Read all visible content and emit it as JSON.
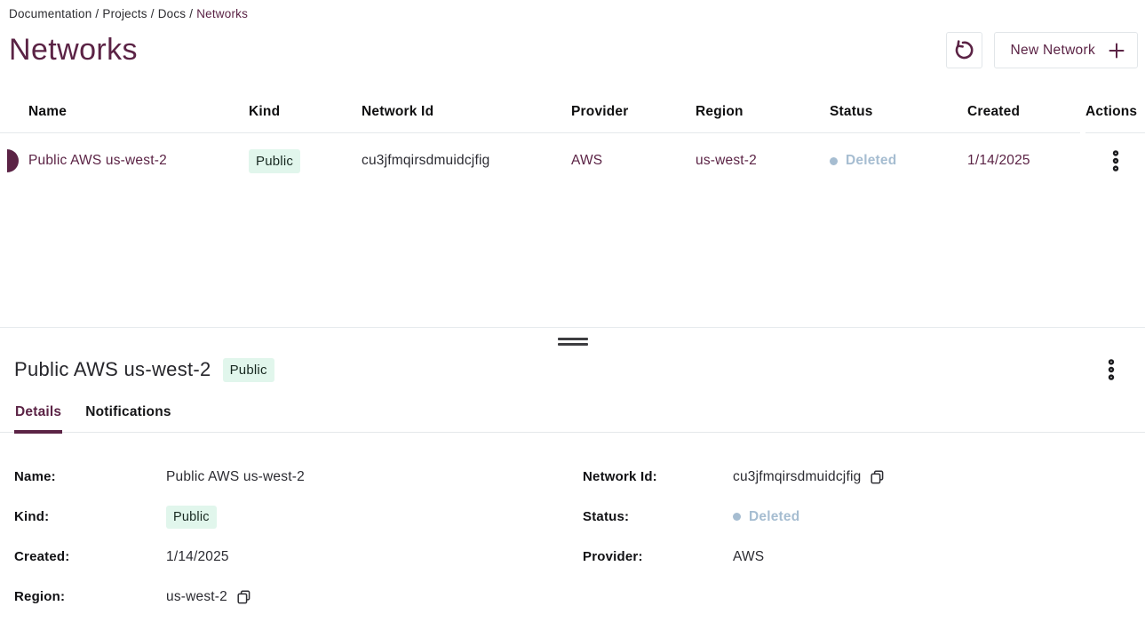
{
  "breadcrumb": {
    "separator": "/",
    "items": [
      "Documentation",
      "Projects",
      "Docs"
    ],
    "current": "Networks"
  },
  "header": {
    "title": "Networks",
    "new_network_label": "New Network"
  },
  "table": {
    "columns": [
      "Name",
      "Kind",
      "Network Id",
      "Provider",
      "Region",
      "Status",
      "Created",
      "Actions"
    ],
    "row": {
      "name": "Public AWS us-west-2",
      "kind": "Public",
      "network_id": "cu3jfmqirsdmuidcjfig",
      "provider": "AWS",
      "region": "us-west-2",
      "status": "Deleted",
      "created": "1/14/2025"
    }
  },
  "drawer": {
    "title": "Public AWS us-west-2",
    "badge": "Public",
    "tabs": [
      {
        "label": "Details",
        "active": true
      },
      {
        "label": "Notifications",
        "active": false
      }
    ],
    "details": {
      "name_label": "Name:",
      "name": "Public AWS us-west-2",
      "network_id_label": "Network Id:",
      "network_id": "cu3jfmqirsdmuidcjfig",
      "kind_label": "Kind:",
      "kind": "Public",
      "status_label": "Status:",
      "status": "Deleted",
      "created_label": "Created:",
      "created": "1/14/2025",
      "provider_label": "Provider:",
      "provider": "AWS",
      "region_label": "Region:",
      "region": "us-west-2"
    }
  },
  "colors": {
    "accent": "#5b2345",
    "badge_background": "#e1f6ec",
    "status_deleted": "#a6bdd1",
    "border": "#e5e9ec"
  }
}
